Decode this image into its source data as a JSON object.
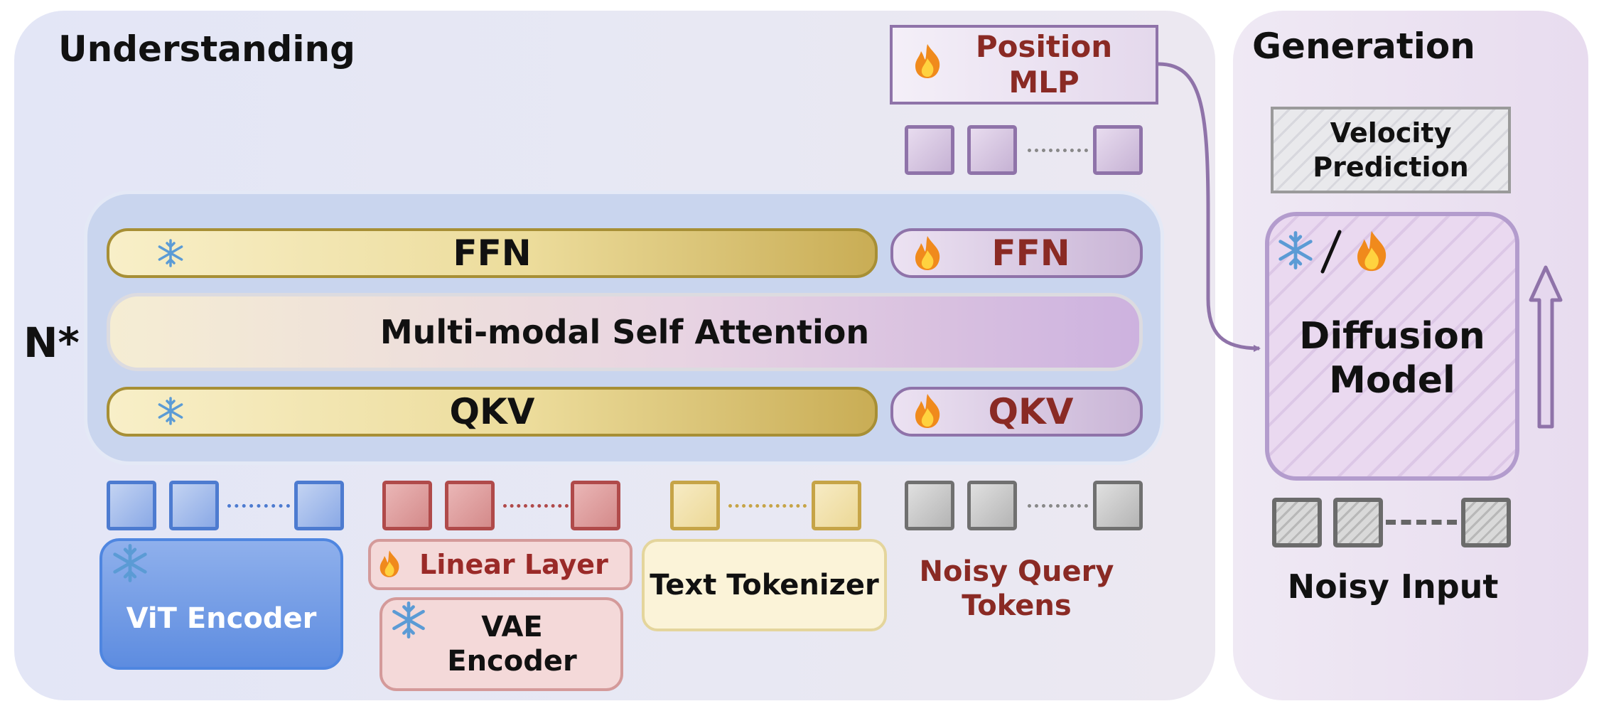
{
  "understanding": {
    "title": "Understanding",
    "stack_label": "N*",
    "ffn_frozen": "FFN",
    "ffn_trainable": "FFN",
    "attention": "Multi-modal Self Attention",
    "qkv_frozen": "QKV",
    "qkv_trainable": "QKV",
    "position_mlp": [
      "Position",
      "MLP"
    ],
    "vit_encoder": "ViT Encoder",
    "linear_layer": "Linear Layer",
    "vae_encoder": [
      "VAE",
      "Encoder"
    ],
    "text_tokenizer": "Text Tokenizer",
    "noisy_query": [
      "Noisy Query",
      "Tokens"
    ]
  },
  "generation": {
    "title": "Generation",
    "velocity": [
      "Velocity",
      "Prediction"
    ],
    "diffusion": [
      "Diffusion",
      "Model"
    ],
    "noisy_input": "Noisy Input"
  },
  "colors": {
    "frozen": "#5b9bd5",
    "trainable": "#e8741e",
    "trainable_text": "#8a2a24",
    "purple": "#8f73a9",
    "blue": "#4d7bd0",
    "red": "#b04a4a",
    "yellow": "#c6a447",
    "gray": "#707070"
  },
  "icons": {
    "frozen": "snowflake-icon",
    "trainable": "fire-icon"
  }
}
